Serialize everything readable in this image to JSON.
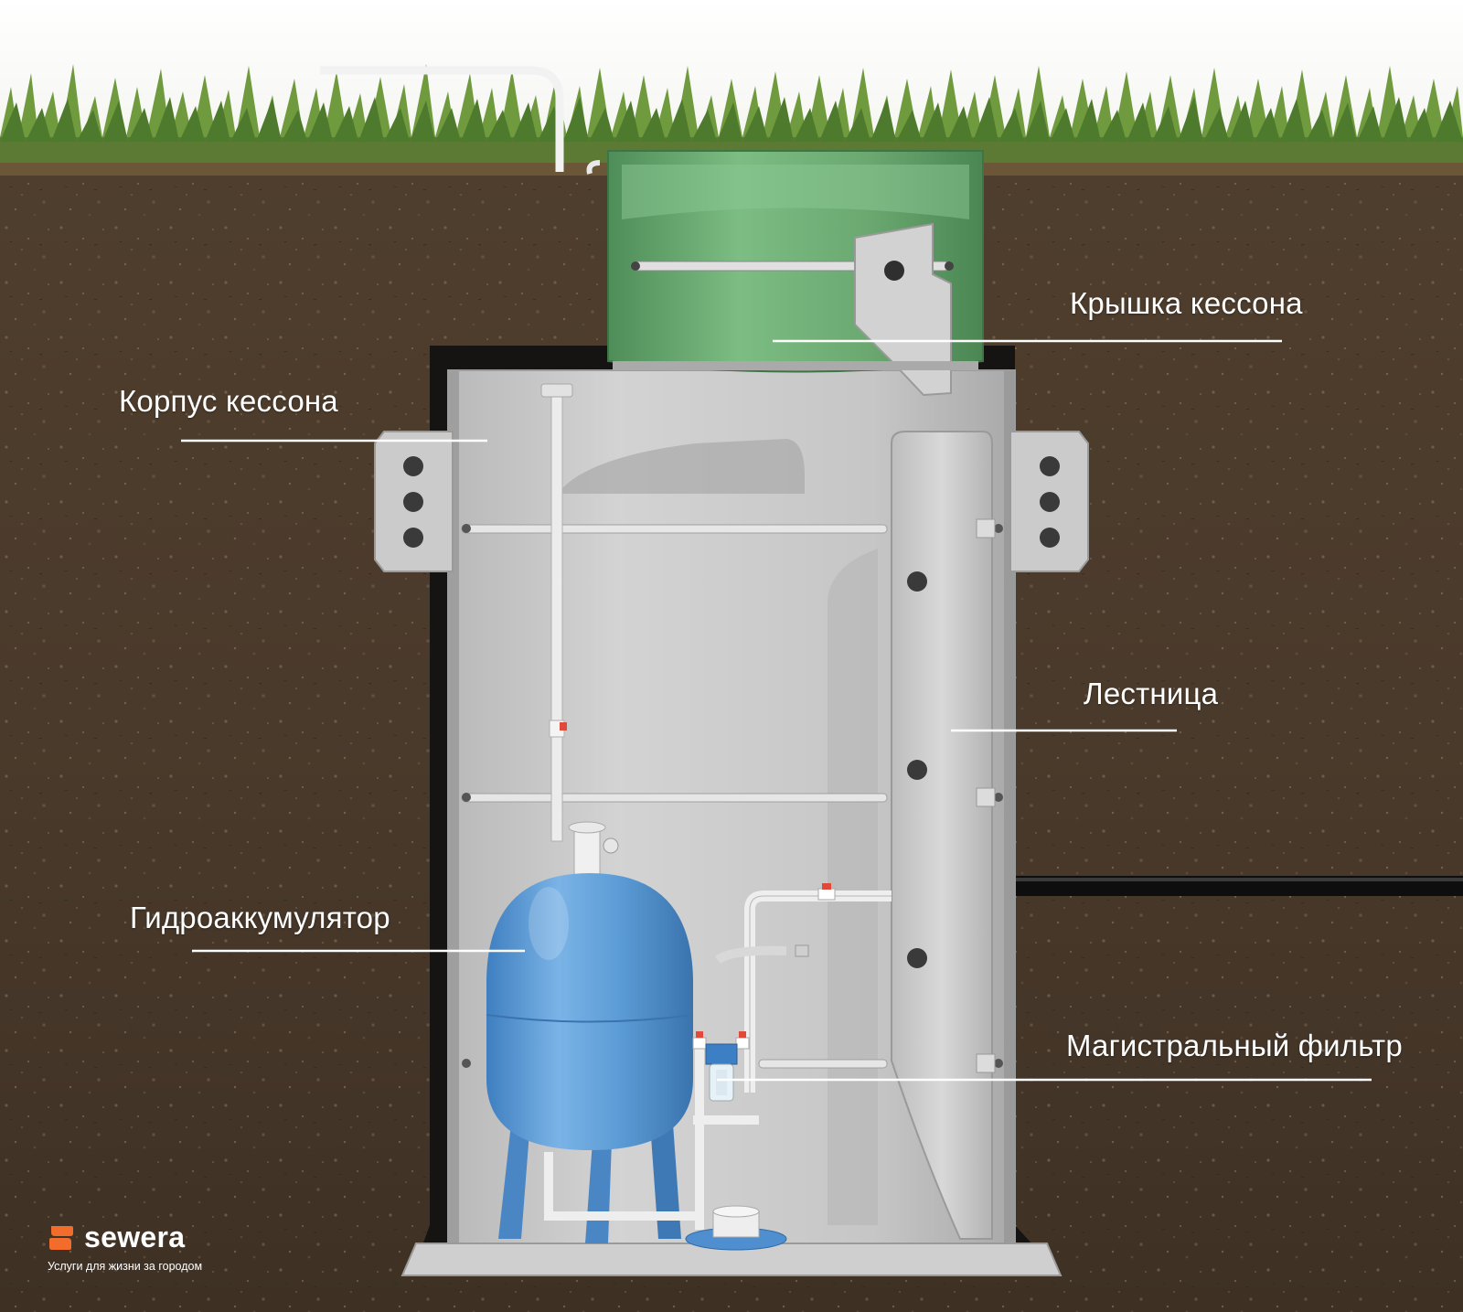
{
  "labels": {
    "lid": "Крышка кессона",
    "body": "Корпус кессона",
    "ladder": "Лестница",
    "accumulator": "Гидроаккумулятор",
    "filter": "Магистральный фильтр"
  },
  "brand": {
    "name": "sewera",
    "tagline": "Услуги для жизни за городом"
  },
  "colors": {
    "soil": "#4a3a2b",
    "grass": "#5f8a3a",
    "caisson_body": "#c9c9c9",
    "lid": "#6aa870",
    "accumulator": "#5b9bd5",
    "brand_accent": "#f26c2b",
    "callout_text": "#ffffff"
  }
}
